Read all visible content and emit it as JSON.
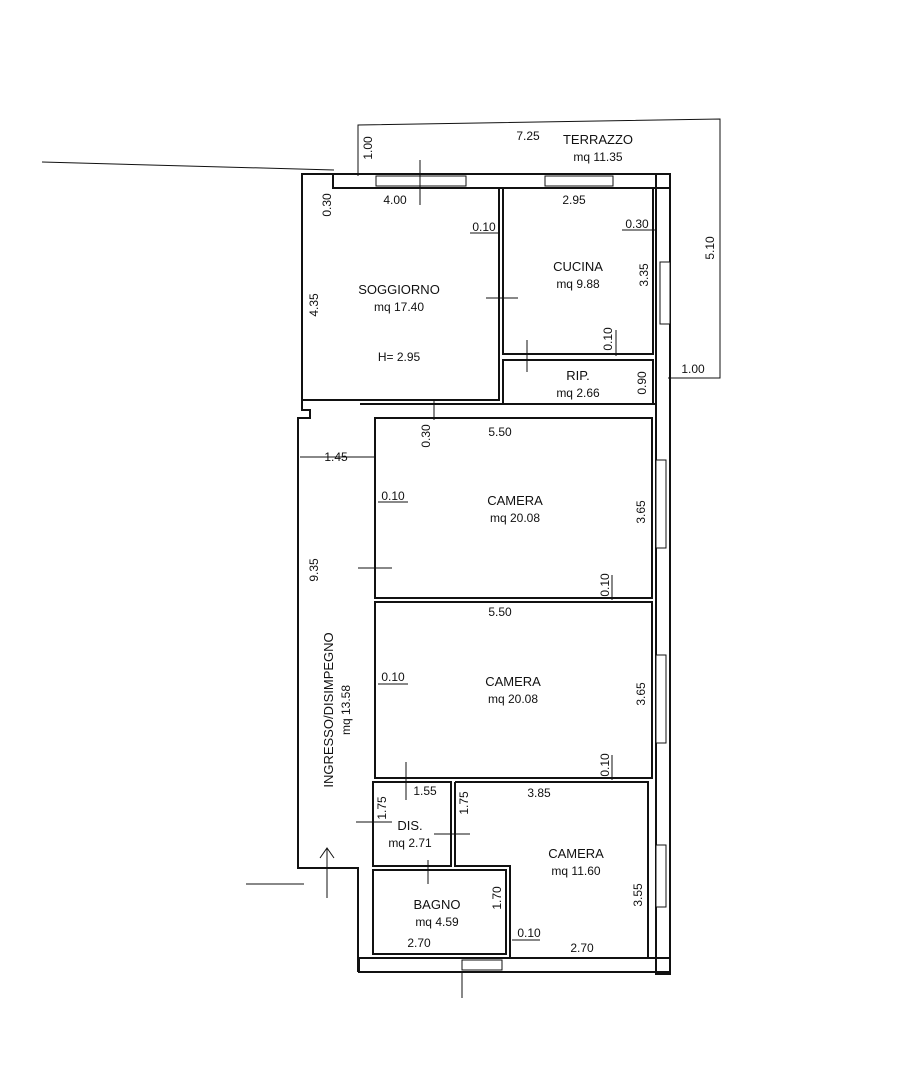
{
  "rooms": {
    "terrazzo": {
      "name": "TERRAZZO",
      "area": "mq 11.35"
    },
    "soggiorno": {
      "name": "SOGGIORNO",
      "area": "mq 17.40",
      "height": "H= 2.95"
    },
    "cucina": {
      "name": "CUCINA",
      "area": "mq 9.88"
    },
    "rip": {
      "name": "RIP.",
      "area": "mq 2.66"
    },
    "camera1": {
      "name": "CAMERA",
      "area": "mq 20.08"
    },
    "camera2": {
      "name": "CAMERA",
      "area": "mq 20.08"
    },
    "ingresso": {
      "name": "INGRESSO/DISIMPEGNO",
      "area": "mq 13.58"
    },
    "dis": {
      "name": "DIS.",
      "area": "mq 2.71"
    },
    "camera3": {
      "name": "CAMERA",
      "area": "mq 11.60"
    },
    "bagno": {
      "name": "BAGNO",
      "area": "mq 4.59"
    }
  },
  "dimensions": {
    "terrazzo_width": "7.25",
    "terrazzo_left": "1.00",
    "terrazzo_right_height": "5.10",
    "terrazzo_bottom": "1.00",
    "soggiorno_width": "4.00",
    "soggiorno_wall": "0.30",
    "soggiorno_height": "4.35",
    "soggiorno_partition": "0.10",
    "cucina_width": "2.95",
    "cucina_wall": "0.30",
    "cucina_height": "3.35",
    "cucina_partition": "0.10",
    "rip_height": "0.90",
    "camera1_wall": "0.30",
    "camera1_width": "5.50",
    "ingresso_width": "1.45",
    "camera1_partition": "0.10",
    "camera1_height": "3.65",
    "camera1_bottom": "0.10",
    "ingresso_length": "9.35",
    "camera2_width": "5.50",
    "camera2_partition": "0.10",
    "camera2_height": "3.65",
    "camera2_bottom": "0.10",
    "dis_height": "1.75",
    "dis_width": "1.55",
    "camera3_left": "1.75",
    "camera3_width": "3.85",
    "camera3_height": "3.55",
    "bagno_height": "1.70",
    "bagno_partition": "0.10",
    "bagno_width": "2.70",
    "camera3_bottom_width": "2.70"
  }
}
